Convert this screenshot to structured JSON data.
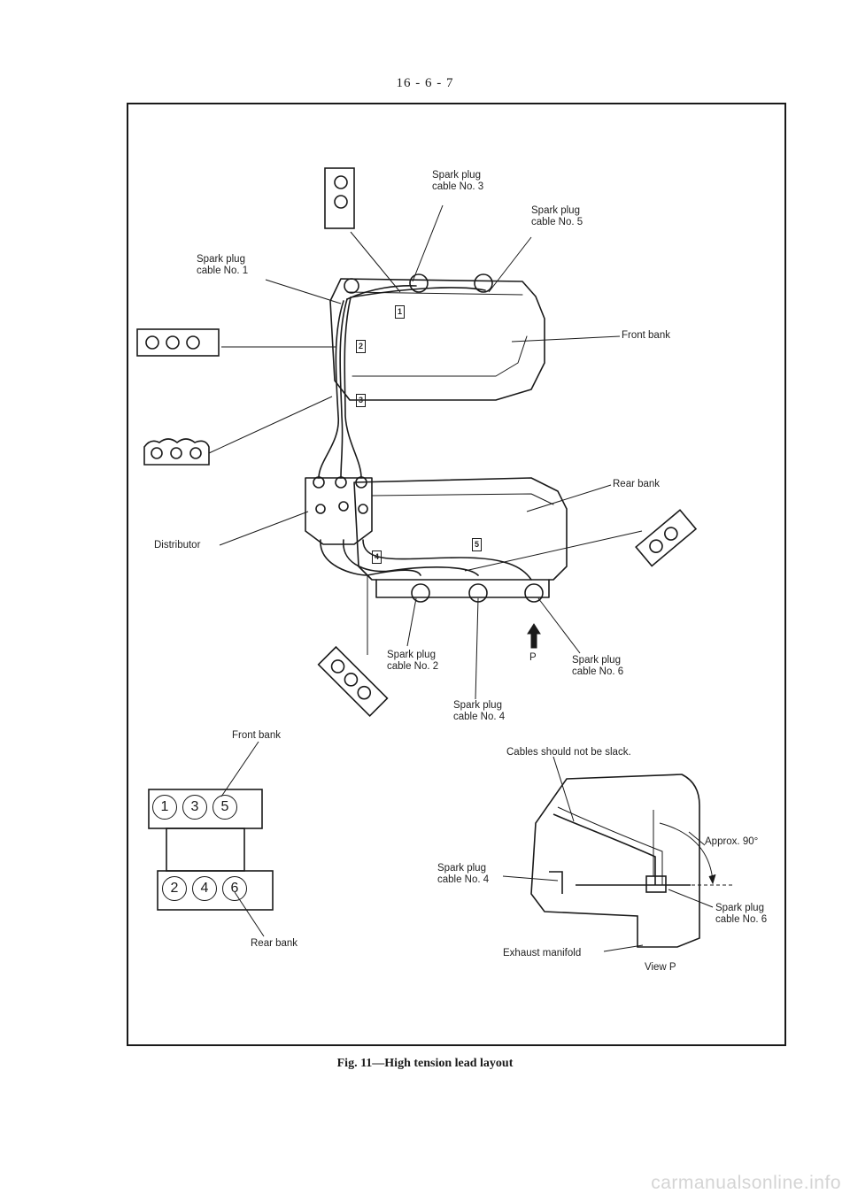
{
  "page_number": "16 - 6 - 7",
  "figure_caption": "Fig. 11—High tension lead layout",
  "watermark": "carmanualsonline.info",
  "labels": {
    "cable3": [
      "Spark plug",
      "cable No. 3"
    ],
    "cable5": [
      "Spark plug",
      "cable No. 5"
    ],
    "cable1": [
      "Spark plug",
      "cable No. 1"
    ],
    "front_bank": "Front bank",
    "rear_bank": "Rear bank",
    "distributor": "Distributor",
    "cable2": [
      "Spark plug",
      "cable No. 2"
    ],
    "cable6": [
      "Spark plug",
      "cable No. 6"
    ],
    "cable4": [
      "Spark plug",
      "cable No. 4"
    ],
    "view_arrow": "P"
  },
  "clamps": [
    "1",
    "2",
    "3",
    "4",
    "5"
  ],
  "bank_diagram": {
    "front_label": "Front bank",
    "rear_label": "Rear bank",
    "front_cylinders": [
      "1",
      "3",
      "5"
    ],
    "rear_cylinders": [
      "2",
      "4",
      "6"
    ]
  },
  "view_p": {
    "note": "Cables should not be slack.",
    "angle": "Approx. 90°",
    "cable4": [
      "Spark plug",
      "cable No. 4"
    ],
    "cable6": [
      "Spark plug",
      "cable No. 6"
    ],
    "exhaust": "Exhaust manifold",
    "title": "View P"
  }
}
